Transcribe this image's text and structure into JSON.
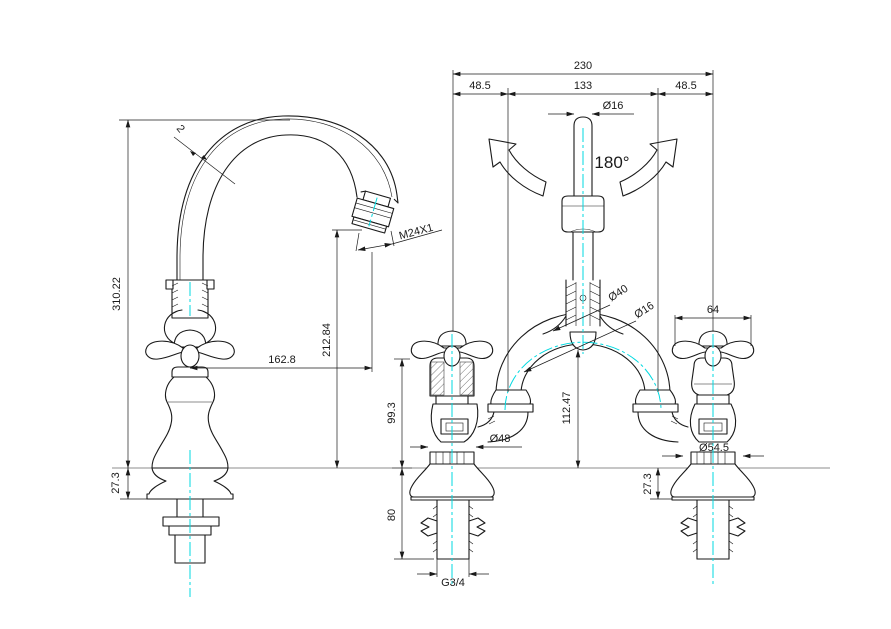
{
  "colors": {
    "background": "#ffffff",
    "line": "#1a1a1a",
    "centerline": "#00d9e0"
  },
  "side_view": {
    "dim_total_height": "310.22",
    "dim_outlet_height": "212.84",
    "dim_reach": "162.8",
    "dim_base_height": "27.3",
    "dim_wall_thickness": "2",
    "label_aerator_thread": "M24X1"
  },
  "front_view": {
    "dim_overall_width": "230",
    "dim_left_spacing": "48.5",
    "dim_center_spacing": "133",
    "dim_right_spacing": "48.5",
    "dim_spout_diameter": "Ø16",
    "label_swivel_angle": "180°",
    "dim_arch_diameter": "Ø40",
    "dim_arch_tube_diameter": "Ø16",
    "dim_handle_width": "64",
    "dim_spout_clearance": "112.47",
    "dim_body_height": "99.3",
    "dim_base_diameter": "Ø48",
    "dim_base_diameter_right": "Ø54.5",
    "dim_base_height": "27.3",
    "dim_shank_length": "80",
    "label_shank_thread": "G3/4"
  }
}
